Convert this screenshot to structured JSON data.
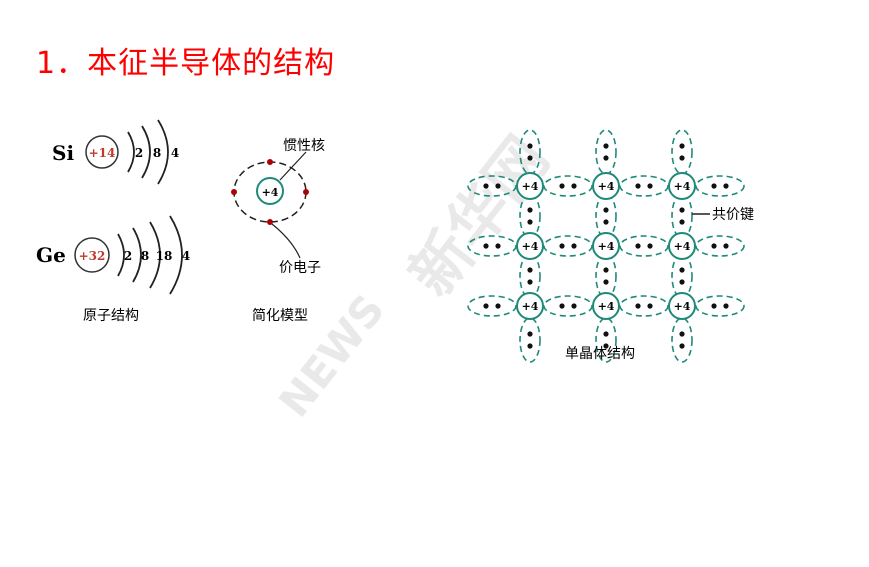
{
  "slide": {
    "title": "1．本征半导体的结构"
  },
  "atomic": {
    "si": {
      "symbol": "Si",
      "charge": "+14",
      "shells": [
        "2",
        "8",
        "4"
      ]
    },
    "ge": {
      "symbol": "Ge",
      "charge": "+32",
      "shells": [
        "2",
        "8",
        "18",
        "4"
      ]
    },
    "caption": "原子结构"
  },
  "simplified": {
    "core_charge": "+4",
    "label_core": "惯性核",
    "label_valence": "价电子",
    "caption": "简化模型"
  },
  "crystal": {
    "node_charge": "+4",
    "label_bond": "共价键",
    "caption": "单晶体结构"
  },
  "colors": {
    "title": "#ff0000",
    "charge_text": "#c0392b",
    "teal": "#1f8a7a",
    "valence_dot": "#b00000"
  }
}
